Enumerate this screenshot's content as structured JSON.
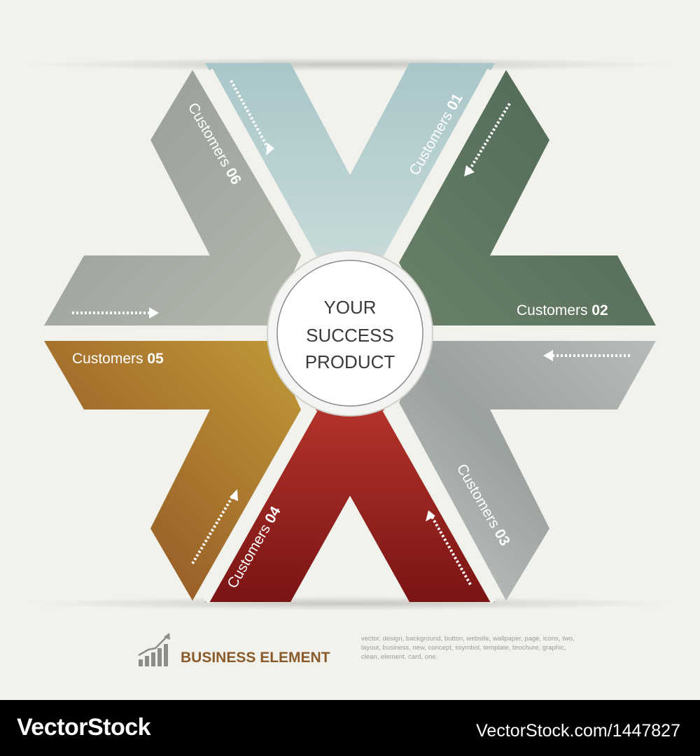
{
  "center": {
    "line1": "YOUR",
    "line2": "SUCCESS",
    "line3": "PRODUCT"
  },
  "segments": [
    {
      "label": "Customers",
      "number": "01",
      "color_top": "#a9c6c9",
      "color_bottom": "#c7dad9"
    },
    {
      "label": "Customers",
      "number": "02",
      "color_top": "#4c6554",
      "color_bottom": "#6a8168"
    },
    {
      "label": "Customers",
      "number": "03",
      "color_top": "#9aa19e",
      "color_bottom": "#c2c7c4"
    },
    {
      "label": "Customers",
      "number": "04",
      "color_top": "#b2332a",
      "color_bottom": "#7a1414"
    },
    {
      "label": "Customers",
      "number": "05",
      "color_top": "#c19a38",
      "color_bottom": "#8a4a22"
    },
    {
      "label": "Customers",
      "number": "06",
      "color_top": "#939a94",
      "color_bottom": "#b3b8ae"
    }
  ],
  "caption": {
    "title": "BUSINESS ELEMENT",
    "tags": "vector, design, background, button, website, wallpaper, page, icons, two, layout, business, new, concept, ssymbol, template, brochure, graphic, clean, element, card, one."
  },
  "watermark": {
    "left": "VectorStock",
    "right": "VectorStock.com/1447827"
  }
}
